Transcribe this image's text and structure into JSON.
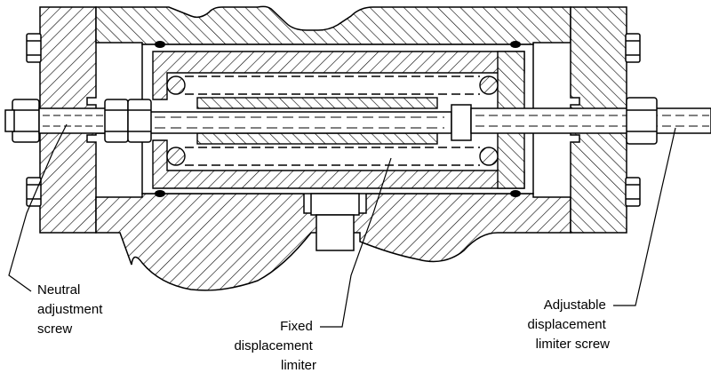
{
  "callouts": {
    "neutral": [
      "Neutral",
      "adjustment",
      "screw"
    ],
    "fixed": [
      "Fixed",
      "displacement",
      "limiter"
    ],
    "adjustable": [
      "Adjustable",
      "displacement",
      "limiter screw"
    ]
  },
  "colors": {
    "line": "#000000",
    "background": "#ffffff",
    "seal": "#000000"
  }
}
